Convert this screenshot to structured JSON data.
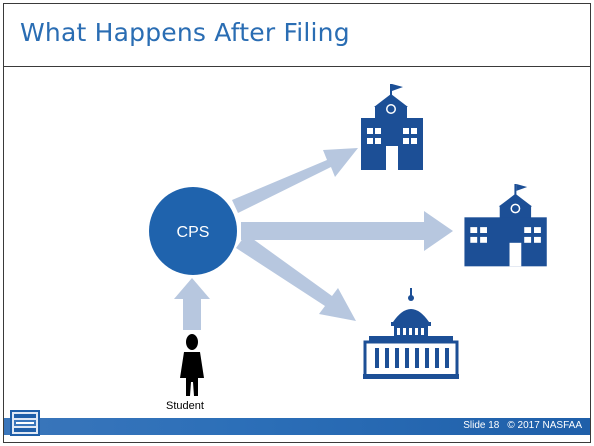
{
  "slide": {
    "title": "What Happens After Filing",
    "center_node": "CPS",
    "student_label": "Student",
    "icons": {
      "top_right": "school-icon",
      "middle_right": "school-icon",
      "bottom_right": "capitol-building-icon",
      "bottom_left": "student-person-icon"
    },
    "colors": {
      "title": "#2a6db3",
      "cps_fill": "#1f63ad",
      "arrows": "#b7c7df",
      "icons": "#1c4f96",
      "footer_bar": "#2c6fb8"
    }
  },
  "footer": {
    "slide_number": "Slide 18",
    "copyright": "© 2017 NASFAA"
  }
}
